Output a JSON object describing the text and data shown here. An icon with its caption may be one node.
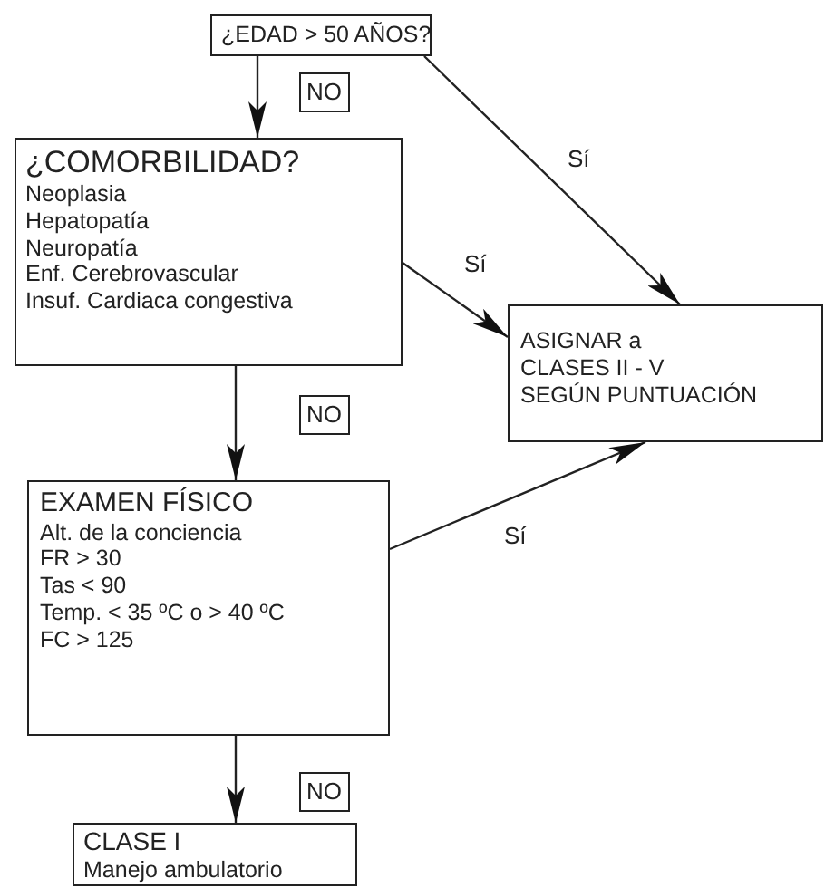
{
  "diagram": {
    "nodes": [
      {
        "text": [
          "¿EDAD > 50 AÑOS?"
        ]
      },
      {
        "text": [
          "¿COMORBILIDAD?",
          "Neoplasia",
          "Hepatopatía",
          "Neuropatía",
          "Enf. Cerebrovascular",
          "Insuf. Cardiaca congestiva"
        ]
      },
      {
        "text": [
          "ASIGNAR a",
          "CLASES II - V",
          "SEGÚN PUNTUACIÓN"
        ]
      },
      {
        "text": [
          "EXAMEN FÍSICO",
          "Alt. de la conciencia",
          "FR > 30",
          "Tas < 90",
          "Temp. < 35 ºC o > 40 ºC",
          "FC > 125"
        ]
      },
      {
        "text": [
          "CLASE I",
          "Manejo ambulatorio"
        ]
      }
    ],
    "edges": [
      {
        "from": 0,
        "to": 1,
        "arrow": "to",
        "label": "NO"
      },
      {
        "from": 0,
        "to": 2,
        "arrow": "to",
        "label": "Sí"
      },
      {
        "from": 1,
        "to": 2,
        "arrow": "to",
        "label": "Sí"
      },
      {
        "from": 1,
        "to": 3,
        "arrow": "to",
        "label": "NO"
      },
      {
        "from": 3,
        "to": 2,
        "arrow": "to",
        "label": "Sí"
      },
      {
        "from": 3,
        "to": 4,
        "arrow": "to",
        "label": "NO"
      }
    ]
  }
}
